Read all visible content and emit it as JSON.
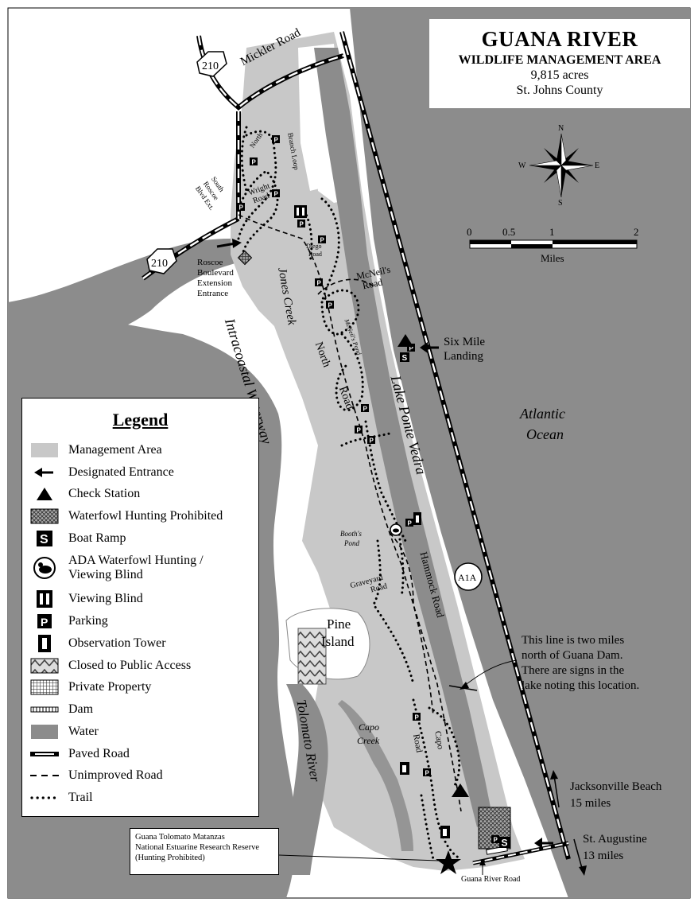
{
  "title": {
    "line1": "GUANA RIVER",
    "line2": "WILDLIFE MANAGEMENT AREA",
    "line3": "9,815 acres",
    "line4": "St. Johns County"
  },
  "compass": {
    "n": "N",
    "s": "S",
    "e": "E",
    "w": "W"
  },
  "scale": {
    "ticks": [
      "0",
      "0.5",
      "1",
      "2"
    ],
    "unit": "Miles"
  },
  "labels": {
    "road_210_top": "210",
    "road_210_bottom": "210",
    "mickler_road": "Mickler Road",
    "north_road_top": "North",
    "wright_road_1": "Wright",
    "wright_road_2": "Road",
    "branch_loop": "Branch Loop",
    "south_roscoe_1": "South",
    "south_roscoe_2": "Roscoe",
    "south_roscoe_3": "Blvd Ext.",
    "diego_road_1": "Diego",
    "diego_road_2": "Road",
    "roscoe_entrance_1": "Roscoe",
    "roscoe_entrance_2": "Boulevard",
    "roscoe_entrance_3": "Extension",
    "roscoe_entrance_4": "Entrance",
    "jones_creek": "Jones Creek",
    "mcneils_road_1": "McNeil's",
    "mcneils_road_2": "Road",
    "mcneils_pond": "McNeil's Pond",
    "north_road_1": "North",
    "north_road_2": "Road",
    "intracoastal": "Intracoastal Waterway",
    "six_mile_1": "Six Mile",
    "six_mile_2": "Landing",
    "lake_ponte_vedra": "Lake Ponte Vedra",
    "atlantic_1": "Atlantic",
    "atlantic_2": "Ocean",
    "booths_pond_1": "Booth's",
    "booths_pond_2": "Pond",
    "hammock_road": "Hammock Road",
    "graveyard_road_1": "Graveyard",
    "graveyard_road_2": "Road",
    "a1a": "A1A",
    "pine_island_1": "Pine",
    "pine_island_2": "Island",
    "note_1": "This line is two miles",
    "note_2": "north of Guana Dam.",
    "note_3": "There are signs in the",
    "note_4": "lake noting this location.",
    "capo_creek_1": "Capo",
    "capo_creek_2": "Creek",
    "capo_road_1": "Road",
    "capo_road_2": "Capo",
    "tolomato_river": "Tolomato River",
    "jax_beach_1": "Jacksonville Beach",
    "jax_beach_2": "15 miles",
    "st_augustine_1": "St. Augustine",
    "st_augustine_2": "13 miles",
    "guana_river_road": "Guana River Road",
    "parking_symbol": "P",
    "ramp_symbol": "S"
  },
  "callout": {
    "line1": "Guana Tolomato Matanzas",
    "line2": "National Estuarine Research Reserve",
    "line3": "(Hunting Prohibited)"
  },
  "legend": {
    "title": "Legend",
    "items": [
      {
        "icon": "management-area-swatch",
        "label": "Management Area"
      },
      {
        "icon": "entrance-arrow-icon",
        "label": "Designated Entrance"
      },
      {
        "icon": "check-station-triangle-icon",
        "label": "Check Station"
      },
      {
        "icon": "waterfowl-prohibited-swatch",
        "label": "Waterfowl Hunting Prohibited"
      },
      {
        "icon": "boat-ramp-icon",
        "label": "Boat Ramp"
      },
      {
        "icon": "ada-blind-icon",
        "label": "ADA Waterfowl Hunting /",
        "label2": "Viewing Blind"
      },
      {
        "icon": "viewing-blind-icon",
        "label": "Viewing Blind"
      },
      {
        "icon": "parking-icon",
        "label": "Parking"
      },
      {
        "icon": "observation-tower-icon",
        "label": "Observation Tower"
      },
      {
        "icon": "closed-area-swatch",
        "label": "Closed to Public Access"
      },
      {
        "icon": "private-property-swatch",
        "label": "Private Property"
      },
      {
        "icon": "dam-icon",
        "label": "Dam"
      },
      {
        "icon": "water-swatch",
        "label": "Water"
      },
      {
        "icon": "paved-road-icon",
        "label": "Paved Road"
      },
      {
        "icon": "unimproved-road-icon",
        "label": "Unimproved Road"
      },
      {
        "icon": "trail-icon",
        "label": "Trail"
      }
    ]
  },
  "colors": {
    "water": "#8c8c8c",
    "management_area": "#c8c8c8",
    "land": "#ffffff",
    "ink": "#000000"
  }
}
